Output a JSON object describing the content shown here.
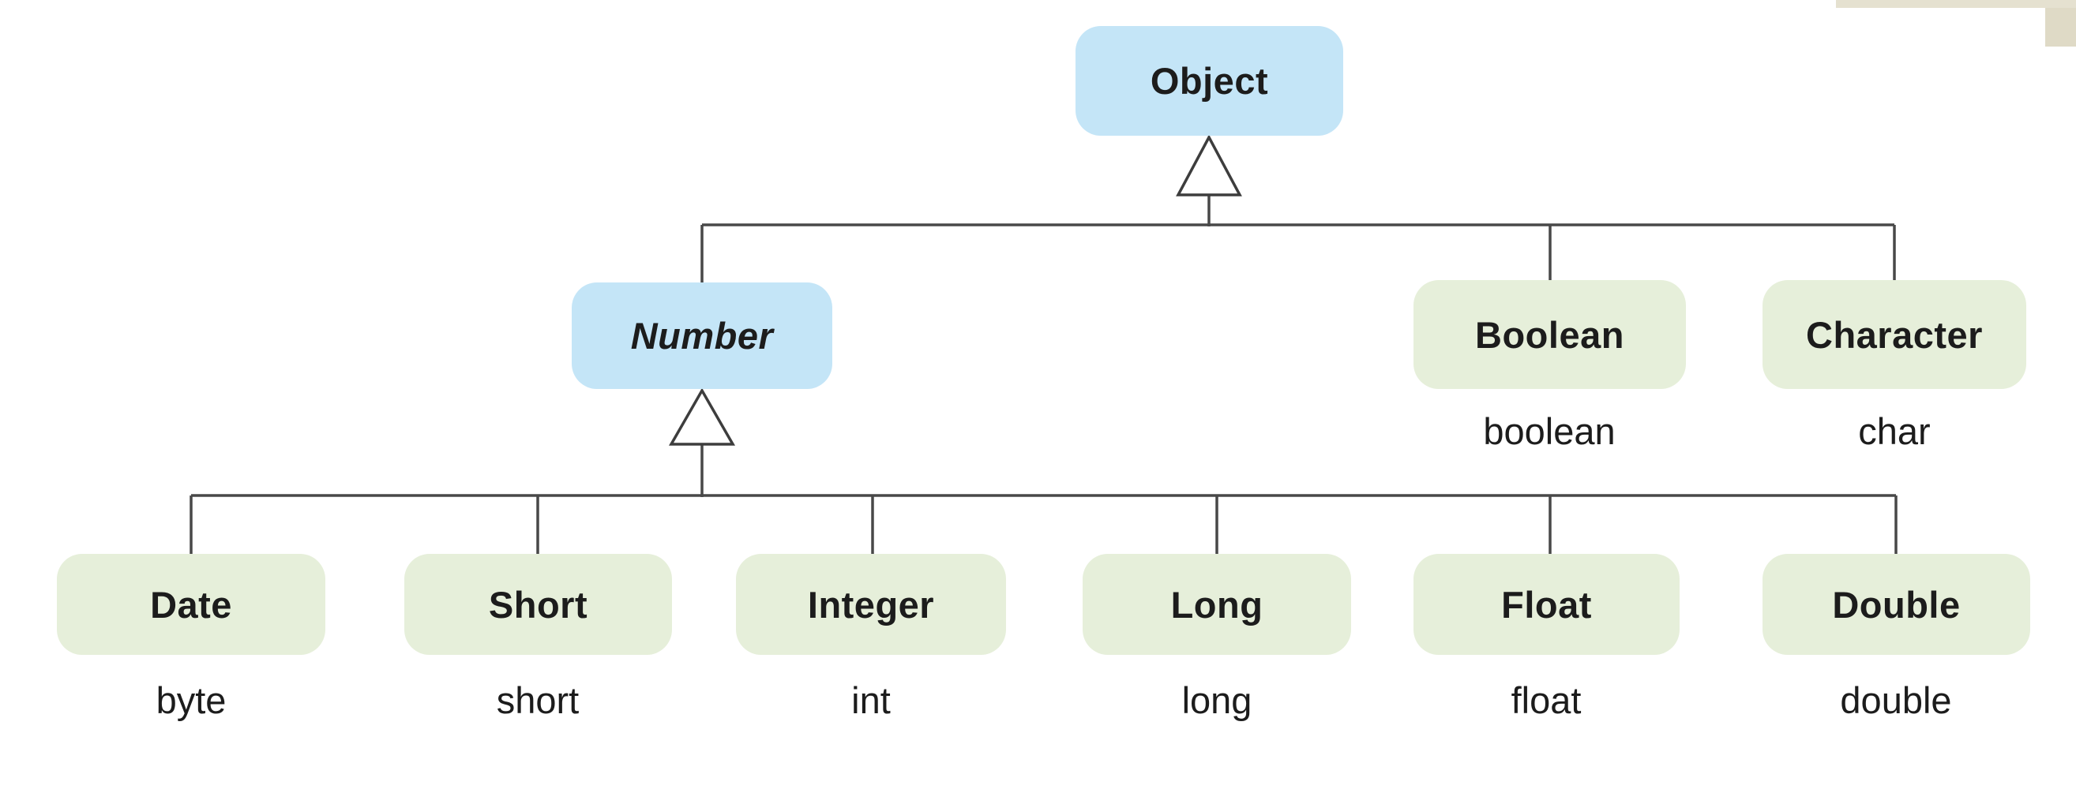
{
  "diagram": {
    "description": "Java class hierarchy tree with wrapper classes and their primitive types",
    "nodes": {
      "object": {
        "label": "Object"
      },
      "number": {
        "label": "Number",
        "abstract": true
      },
      "boolean": {
        "label": "Boolean",
        "primitive": "boolean"
      },
      "character": {
        "label": "Character",
        "primitive": "char"
      },
      "date": {
        "label": "Date",
        "primitive": "byte"
      },
      "short": {
        "label": "Short",
        "primitive": "short"
      },
      "integer": {
        "label": "Integer",
        "primitive": "int"
      },
      "long": {
        "label": "Long",
        "primitive": "long"
      },
      "float": {
        "label": "Float",
        "primitive": "float"
      },
      "double": {
        "label": "Double",
        "primitive": "double"
      }
    },
    "colors": {
      "wrapper_class_fill": "#c4e5f7",
      "concrete_class_fill": "#e6efda",
      "connector_line": "#484848",
      "text": "#1c1c1c",
      "page_edge_tan": "#e5e1d0",
      "page_corner_tan": "#dfdac6"
    }
  }
}
